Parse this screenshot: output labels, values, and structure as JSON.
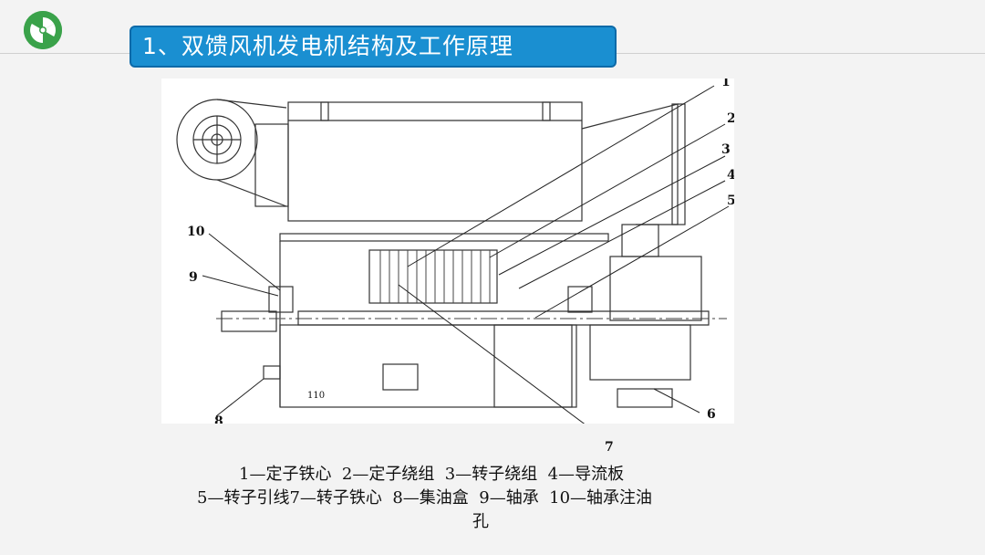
{
  "header": {
    "title": "1、双馈风机发电机结构及工作原理"
  },
  "logo": {
    "icon": "radiation-icon",
    "color": "#3aa24a"
  },
  "diagram": {
    "callouts": [
      "1",
      "2",
      "3",
      "4",
      "5",
      "6",
      "7",
      "8",
      "9",
      "10"
    ],
    "dimension_text": "110"
  },
  "caption": {
    "line1": "1—定子铁心  2—定子绕组  3—转子绕组  4—导流板",
    "line2": "5—转子引线7—转子铁心  8—集油盒  9—轴承  10—轴承注油",
    "line3": "孔"
  },
  "colors": {
    "accent": "#1a8fd1",
    "logo": "#3aa24a"
  }
}
